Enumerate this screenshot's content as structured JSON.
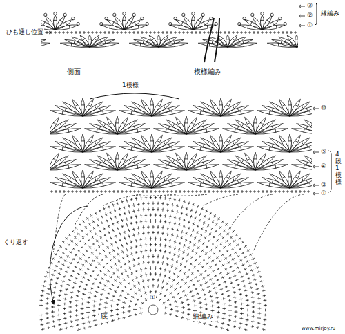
{
  "diagram": {
    "labels": [
      "ひも通し位置",
      "③",
      "②",
      "縁編み",
      "①",
      "側面",
      "1模様",
      "模様編み",
      "⑩",
      "⑤",
      "④",
      "4段1模様",
      "②",
      "①",
      "くり返す",
      "底",
      "細編み",
      "①",
      "www.mirjoy.ru"
    ]
  }
}
